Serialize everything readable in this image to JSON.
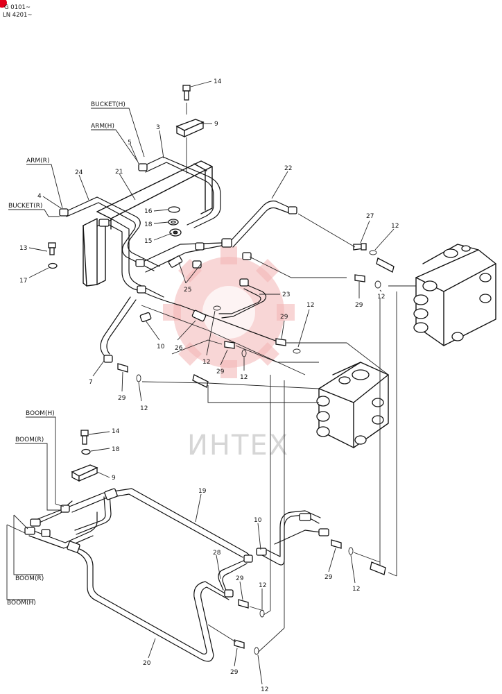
{
  "header": {
    "serial_line_1": "G 0101~",
    "serial_line_2": "LN 4201~",
    "marker_color": "#e0001b"
  },
  "watermark": {
    "text": "ИНТЕХ",
    "color": "#f3b4b4"
  },
  "line_tags": {
    "bucket_h_upper": "BUCKET(H)",
    "arm_h": "ARM(H)",
    "arm_r": "ARM(R)",
    "bucket_r": "BUCKET(R)",
    "boom_h_upper": "BOOM(H)",
    "boom_r_upper": "BOOM(R)",
    "boom_r_lower": "BOOM(R)",
    "boom_h_lower": "BOOM(H)"
  },
  "callouts": {
    "c14a": "14",
    "c9a": "9",
    "c3": "3",
    "c5": "5",
    "c21": "21",
    "c24": "24",
    "c4": "4",
    "c22": "22",
    "c16": "16",
    "c18a": "18",
    "c15": "15",
    "c13": "13",
    "c17": "17",
    "c27": "27",
    "c12a": "12",
    "c29a": "29",
    "c12b": "12",
    "c25": "25",
    "c23": "23",
    "c29b": "29",
    "c12c": "12",
    "c10a": "10",
    "c26": "26",
    "c12d": "12",
    "c29c": "29",
    "c12e": "12",
    "c7": "7",
    "c29d": "29",
    "c12f": "12",
    "c14b": "14",
    "c18b": "18",
    "c9b": "9",
    "c19": "19",
    "c10b": "10",
    "c28": "28",
    "c29e": "29",
    "c12g": "12",
    "c29f": "29",
    "c12h": "12",
    "c20": "20",
    "c29g": "29",
    "c12i": "12"
  }
}
